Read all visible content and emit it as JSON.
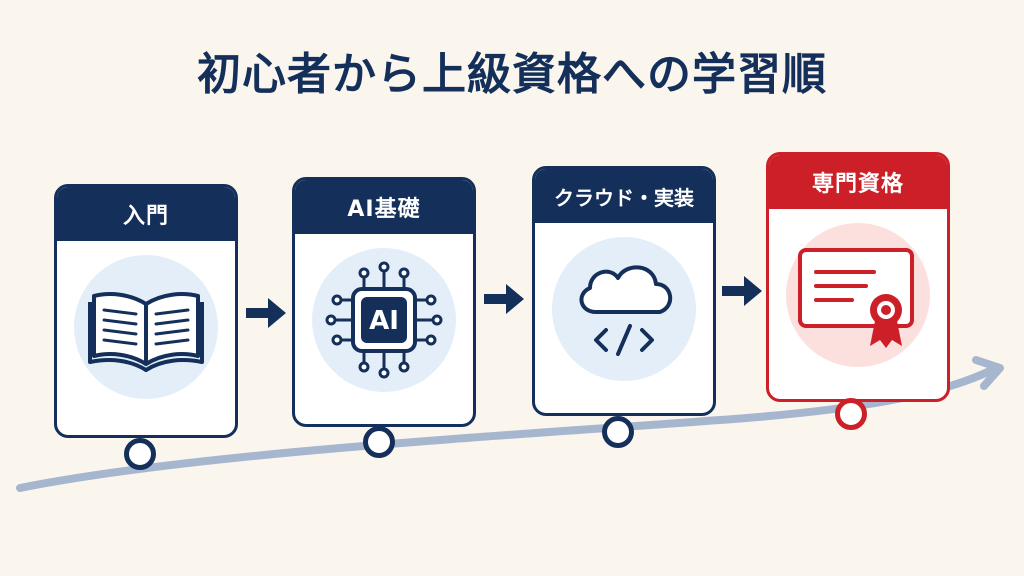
{
  "title": "初心者から上級資格への学習順",
  "steps": [
    {
      "label": "入門",
      "icon": "open-book-icon"
    },
    {
      "label": "AI基礎",
      "icon": "ai-chip-icon",
      "icon_text": "AI"
    },
    {
      "label": "クラウド・実装",
      "icon": "cloud-code-icon"
    },
    {
      "label": "専門資格",
      "icon": "certificate-icon"
    }
  ],
  "colors": {
    "navy": "#14305a",
    "accent_red": "#cc1f27",
    "progress_line": "#a7b6cf",
    "background": "#faf6ee"
  }
}
